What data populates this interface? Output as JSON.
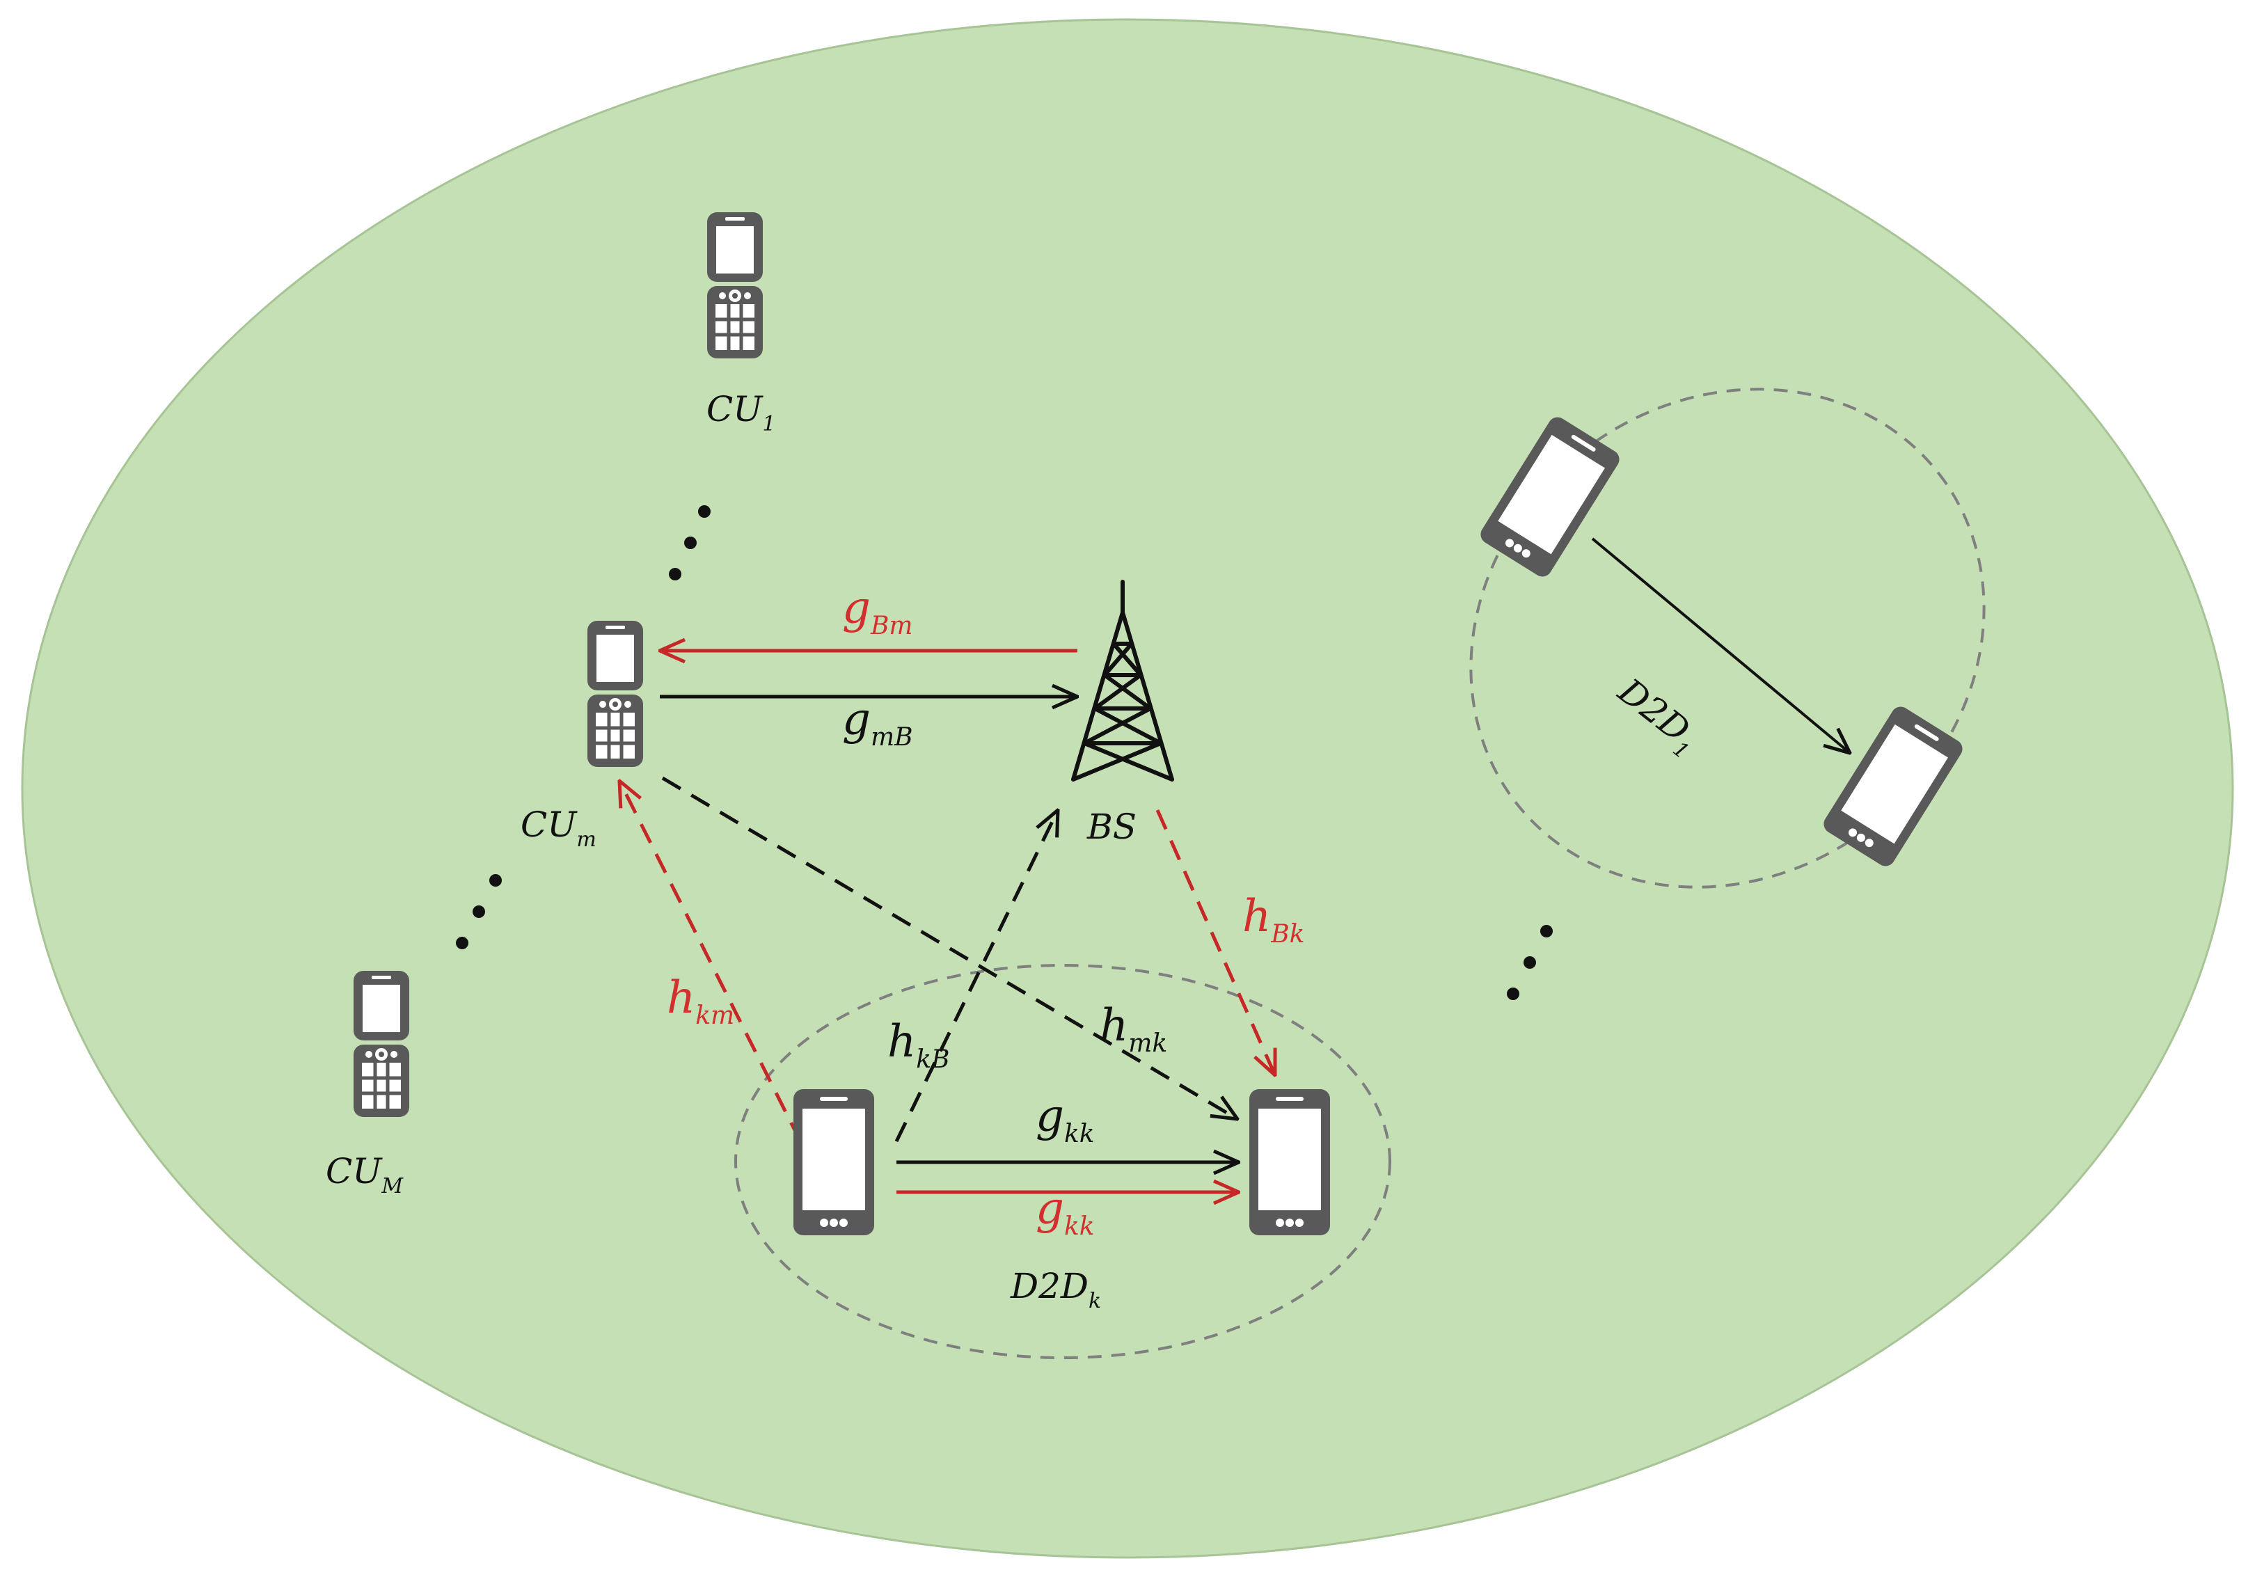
{
  "colors": {
    "cell_fill": "#c5e0b4",
    "cell_stroke": "#a7c496",
    "device": "#595959",
    "red_link": "#c62828",
    "black_link": "#111111",
    "group_outline": "#7f7f7f"
  },
  "nodes": {
    "cu1": {
      "base": "CU",
      "sub": "1",
      "icon": "feature-phone-icon"
    },
    "cum": {
      "base": "CU",
      "sub": "m",
      "icon": "feature-phone-icon"
    },
    "cuM": {
      "base": "CU",
      "sub": "M",
      "icon": "feature-phone-icon"
    },
    "bs": {
      "label": "BS",
      "icon": "cell-tower-icon"
    },
    "d2dk": {
      "base": "D2D",
      "sub": "k",
      "icon": "smartphone-icon"
    },
    "d2d1": {
      "base": "D2D",
      "sub": "1",
      "icon": "smartphone-icon"
    }
  },
  "links": {
    "g_Bm": {
      "base": "g",
      "sub": "Bm",
      "color": "red",
      "style": "solid"
    },
    "g_mB": {
      "base": "g",
      "sub": "mB",
      "color": "black",
      "style": "solid"
    },
    "h_km": {
      "base": "h",
      "sub": "km",
      "color": "red",
      "style": "dashed"
    },
    "h_kB": {
      "base": "h",
      "sub": "kB",
      "color": "black",
      "style": "dashed"
    },
    "h_mk": {
      "base": "h",
      "sub": "mk",
      "color": "black",
      "style": "dashed"
    },
    "h_Bk": {
      "base": "h",
      "sub": "Bk",
      "color": "red",
      "style": "dashed"
    },
    "g_kk_black": {
      "base": "g",
      "sub": "kk",
      "color": "black",
      "style": "solid"
    },
    "g_kk_red": {
      "base": "g",
      "sub": "kk",
      "color": "red",
      "style": "solid"
    }
  },
  "ellipsis_icon": "vertical-ellipsis-icon"
}
